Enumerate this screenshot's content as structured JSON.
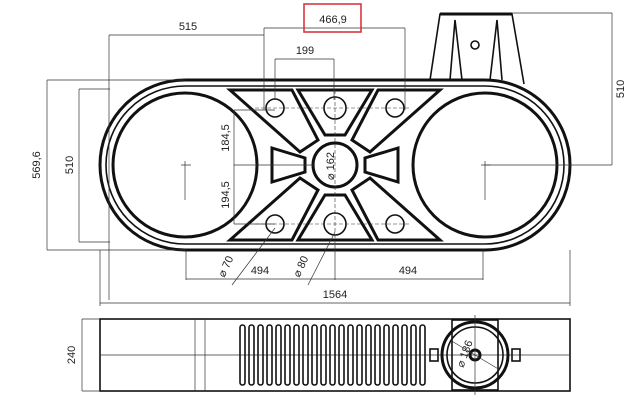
{
  "dimensions": {
    "top_left_span": "515",
    "top_center_span": "466,9",
    "inner_hole_spacing": "199",
    "tower_height": "510",
    "overall_height": "569,6",
    "body_height": "510",
    "upper_offset": "184,5",
    "lower_offset": "194,5",
    "center_hole_diameter": "⌀ 162",
    "small_hole_diameter": "⌀ 70",
    "medium_hole_diameter": "⌀ 80",
    "left_center_span": "494",
    "right_center_span": "494",
    "overall_length": "1564",
    "side_view_height": "240",
    "side_view_opening_diameter": "⌀ 186"
  },
  "highlight": {
    "target": "top_center_span",
    "color": "#d9363e"
  },
  "colors": {
    "line": "#111111",
    "dimension": "#333333"
  }
}
